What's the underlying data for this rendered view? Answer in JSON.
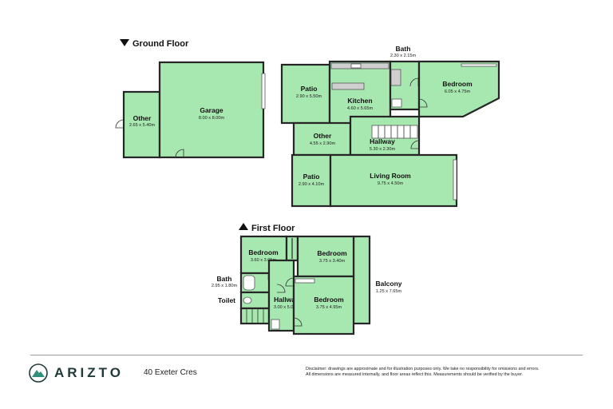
{
  "floors": {
    "ground": "Ground Floor",
    "first": "First Floor"
  },
  "rooms": {
    "other_left": {
      "name": "Other",
      "dims": "2.65 x 5.40m"
    },
    "garage": {
      "name": "Garage",
      "dims": "8.00 x 8.00m"
    },
    "patio_top": {
      "name": "Patio",
      "dims": "2.90 x 5.50m"
    },
    "kitchen": {
      "name": "Kitchen",
      "dims": "4.60 x 5.65m"
    },
    "bath_ground": {
      "name": "Bath",
      "dims": "2.30 x 2.15m"
    },
    "bedroom_ground": {
      "name": "Bedroom",
      "dims": "6.05 x 4.75m"
    },
    "other_mid": {
      "name": "Other",
      "dims": "4.55 x 2.90m"
    },
    "hallway_ground": {
      "name": "Hallway",
      "dims": "5.30 x 2.30m"
    },
    "patio_bottom": {
      "name": "Patio",
      "dims": "2.90 x 4.10m"
    },
    "living_room": {
      "name": "Living Room",
      "dims": "9.75 x 4.50m"
    },
    "bedroom_f1": {
      "name": "Bedroom",
      "dims": "3.60 x 3.05m"
    },
    "bedroom_f2": {
      "name": "Bedroom",
      "dims": "3.75 x 3.40m"
    },
    "bath_first": {
      "name": "Bath",
      "dims": "2.95 x 1.80m"
    },
    "toilet": {
      "name": "Toilet"
    },
    "hallway_first": {
      "name": "Hallway",
      "dims": "3.00 x 5.00m"
    },
    "bedroom_f3": {
      "name": "Bedroom",
      "dims": "3.75 x 4.95m"
    },
    "balcony": {
      "name": "Balcony",
      "dims": "1.25 x 7.65m"
    }
  },
  "footer": {
    "brand": "ARIZTO",
    "address": "40 Exeter Cres",
    "disclaimer_1": "Disclaimer: drawings are approximate and for illustration purposes only. We take no responsibility for omissions and errors.",
    "disclaimer_2": "All dimensions are measured internally, and floor areas reflect this. Measurements should be verified by the buyer."
  },
  "colors": {
    "room_fill": "#a7e7b0",
    "wall": "#262626",
    "brand": "#1f3a3a"
  }
}
